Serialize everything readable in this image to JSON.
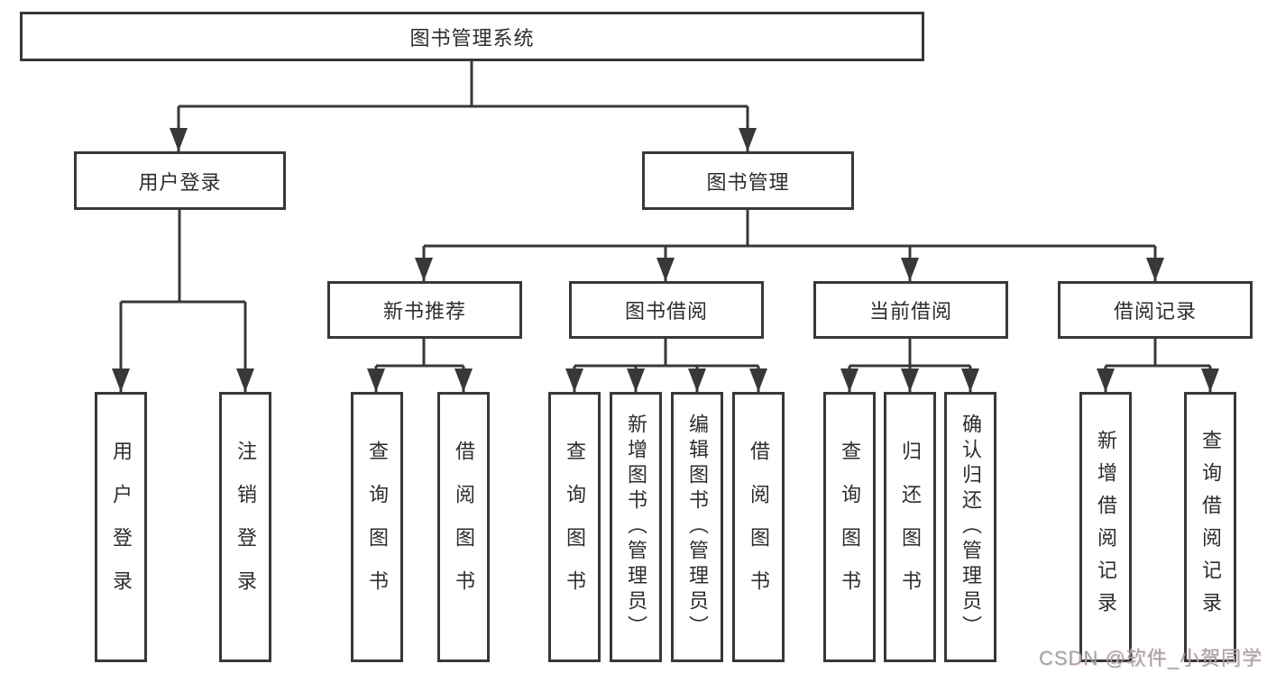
{
  "diagram": {
    "title": "图书管理系统",
    "nodes": {
      "root": "图书管理系统",
      "l2": [
        "用户登录",
        "图书管理"
      ],
      "l3": [
        "新书推荐",
        "图书借阅",
        "当前借阅",
        "借阅记录"
      ],
      "leaves": [
        "用户登录",
        "注销登录",
        "查询图书",
        "借阅图书",
        "查询图书",
        "新增图书（管理员）",
        "编辑图书（管理员）",
        "借阅图书",
        "查询图书",
        "归还图书",
        "确认归还（管理员）",
        "新增借阅记录",
        "查询借阅记录"
      ]
    },
    "hierarchy": {
      "用户登录": [
        "用户登录",
        "注销登录"
      ],
      "图书管理": {
        "新书推荐": [
          "查询图书",
          "借阅图书"
        ],
        "图书借阅": [
          "查询图书",
          "新增图书（管理员）",
          "编辑图书（管理员）",
          "借阅图书"
        ],
        "当前借阅": [
          "查询图书",
          "归还图书",
          "确认归还（管理员）"
        ],
        "借阅记录": [
          "新增借阅记录",
          "查询借阅记录"
        ]
      }
    }
  },
  "colors": {
    "line": "#383838",
    "box_border": "#383838",
    "text": "#2d2d2d",
    "watermark_text": "#a3a3a3"
  },
  "watermark": "CSDN @软件_小贺同学"
}
